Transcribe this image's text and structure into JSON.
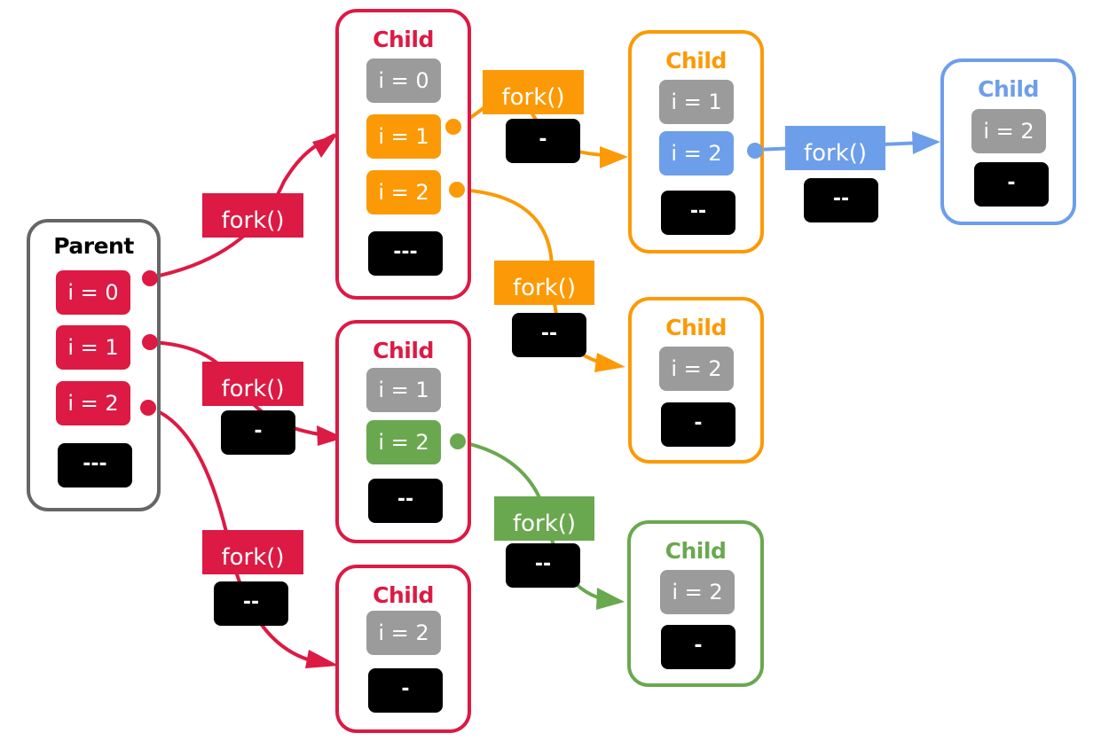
{
  "colors": {
    "parent": "#666666",
    "red": "#dc1a44",
    "orange": "#fb9a06",
    "blue": "#6d9eea",
    "green": "#6aa84f",
    "gray": "#9b9b9b",
    "black": "#000000"
  },
  "parent": {
    "title": "Parent",
    "vars": [
      "i = 0",
      "i = 1",
      "i = 2"
    ],
    "output": "---"
  },
  "children": [
    {
      "id": "c1",
      "title": "Child",
      "vars": [
        "i = 0",
        "i = 1",
        "i = 2"
      ],
      "output": "---"
    },
    {
      "id": "c2",
      "title": "Child",
      "vars": [
        "i = 1",
        "i = 2"
      ],
      "output": "--"
    },
    {
      "id": "c3",
      "title": "Child",
      "vars": [
        "i = 2"
      ],
      "output": "-"
    },
    {
      "id": "c4",
      "title": "Child",
      "vars": [
        "i = 1",
        "i = 2"
      ],
      "output": "--"
    },
    {
      "id": "c5",
      "title": "Child",
      "vars": [
        "i = 2"
      ],
      "output": "-"
    },
    {
      "id": "c6",
      "title": "Child",
      "vars": [
        "i = 2"
      ],
      "output": "-"
    },
    {
      "id": "c7",
      "title": "Child",
      "vars": [
        "i = 2"
      ],
      "output": "-"
    }
  ],
  "forks": [
    {
      "label": "fork()",
      "output": "",
      "from": "parent i = 0",
      "to": "c1"
    },
    {
      "label": "fork()",
      "output": "-",
      "from": "parent i = 1",
      "to": "c2"
    },
    {
      "label": "fork()",
      "output": "--",
      "from": "parent i = 2",
      "to": "c3"
    },
    {
      "label": "fork()",
      "output": "-",
      "from": "c1 i = 1",
      "to": "c4"
    },
    {
      "label": "fork()",
      "output": "--",
      "from": "c1 i = 2",
      "to": "c5"
    },
    {
      "label": "fork()",
      "output": "--",
      "from": "c2 i = 2",
      "to": "c6"
    },
    {
      "label": "fork()",
      "output": "--",
      "from": "c4 i = 2",
      "to": "c7"
    }
  ]
}
